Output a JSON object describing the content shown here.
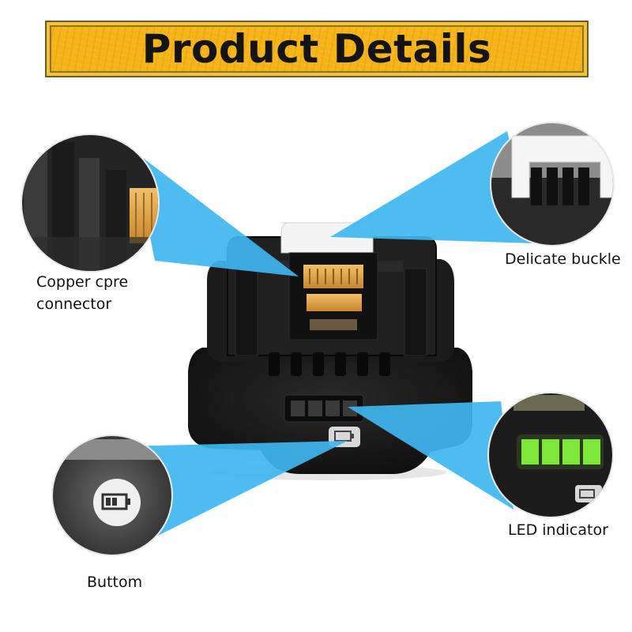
{
  "banner": {
    "title": "Product Details",
    "color": "#f6b417"
  },
  "callouts": {
    "copper_connector": {
      "label_line1": "Copper cpre",
      "label_line2": "connector",
      "icon": "copper-connector-closeup"
    },
    "delicate_buckle": {
      "label": "Delicate buckle",
      "icon": "buckle-closeup"
    },
    "led_indicator": {
      "label": "LED indicator",
      "icon": "led-battery-closeup"
    },
    "button": {
      "label": "Buttom",
      "icon": "battery-button-closeup"
    }
  },
  "colors": {
    "beam": "#3fb6f0",
    "battery_body": "#161616",
    "connector_gold": "#e2a646",
    "led_green": "#7ee83a"
  }
}
